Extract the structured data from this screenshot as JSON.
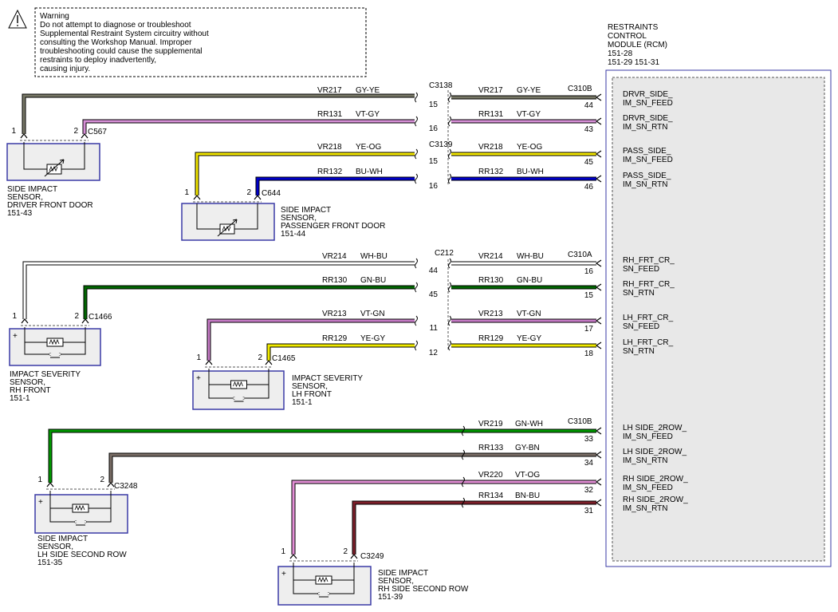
{
  "warning": {
    "title": "Warning",
    "lines": [
      "Do not attempt to diagnose or troubleshoot",
      "Supplemental Restraint System circuitry without",
      "consulting the Workshop Manual. Improper",
      "troubleshooting could cause the supplemental",
      "restraints to deploy inadvertently,",
      "causing injury."
    ]
  },
  "module": {
    "title_lines": [
      "RESTRAINTS",
      "CONTROL",
      "MODULE (RCM)",
      "151-28",
      "151-29   151-31"
    ]
  },
  "colors": {
    "GY-YE": "#777766",
    "VT-GY": "#d68fd6",
    "YE-OG": "#f2e600",
    "BU-WH": "#0000cc",
    "WH-BU": "#ffffff",
    "GN-BU": "#006600",
    "VT-GN": "#c77cc7",
    "YE-GY": "#f0ea00",
    "GN-WH": "#009900",
    "GY-BN": "#7a6e66",
    "VT-OG": "#e38fd6",
    "BU-WH-2": "#0000cc",
    "BN-BU": "#7d1f2a",
    "connector_frame": "#3a3aa6"
  },
  "connectors": {
    "c3138": "C3138",
    "c3139": "C3139",
    "c212": "C212",
    "c310b_top": "C310B",
    "c310a": "C310A",
    "c310b_bottom": "C310B"
  },
  "wires": [
    {
      "id": "w1",
      "left_circuit": "VR217",
      "left_color": "GY-YE",
      "right_circuit": "VR217",
      "right_color": "GY-YE",
      "left_pin": "15",
      "rcm_pin": "44",
      "rcm_label": [
        "DRVR_SIDE_",
        "IM_SN_FEED"
      ]
    },
    {
      "id": "w2",
      "left_circuit": "RR131",
      "left_color": "VT-GY",
      "right_circuit": "RR131",
      "right_color": "VT-GY",
      "left_pin": "16",
      "rcm_pin": "43",
      "rcm_label": [
        "DRVR_SIDE_",
        "IM_SN_RTN"
      ]
    },
    {
      "id": "w3",
      "left_circuit": "VR218",
      "left_color": "YE-OG",
      "right_circuit": "VR218",
      "right_color": "YE-OG",
      "left_pin": "15",
      "rcm_pin": "45",
      "rcm_label": [
        "PASS_SIDE_",
        "IM_SN_FEED"
      ]
    },
    {
      "id": "w4",
      "left_circuit": "RR132",
      "left_color": "BU-WH",
      "right_circuit": "RR132",
      "right_color": "BU-WH",
      "left_pin": "16",
      "rcm_pin": "46",
      "rcm_label": [
        "PASS_SIDE_",
        "IM_SN_RTN"
      ]
    },
    {
      "id": "w5",
      "left_circuit": "VR214",
      "left_color": "WH-BU",
      "right_circuit": "VR214",
      "right_color": "WH-BU",
      "left_pin": "44",
      "rcm_pin": "16",
      "rcm_label": [
        "RH_FRT_CR_",
        "SN_FEED"
      ]
    },
    {
      "id": "w6",
      "left_circuit": "RR130",
      "left_color": "GN-BU",
      "right_circuit": "RR130",
      "right_color": "GN-BU",
      "left_pin": "45",
      "rcm_pin": "15",
      "rcm_label": [
        "RH_FRT_CR_",
        "SN_RTN"
      ]
    },
    {
      "id": "w7",
      "left_circuit": "VR213",
      "left_color": "VT-GN",
      "right_circuit": "VR213",
      "right_color": "VT-GN",
      "left_pin": "11",
      "rcm_pin": "17",
      "rcm_label": [
        "LH_FRT_CR_",
        "SN_FEED"
      ]
    },
    {
      "id": "w8",
      "left_circuit": "RR129",
      "left_color": "YE-GY",
      "right_circuit": "RR129",
      "right_color": "YE-GY",
      "left_pin": "12",
      "rcm_pin": "18",
      "rcm_label": [
        "LH_FRT_CR_",
        "SN_RTN"
      ]
    },
    {
      "id": "w9",
      "circuit": "VR219",
      "color": "GN-WH",
      "rcm_pin": "33",
      "rcm_label": [
        "LH SIDE_2ROW_",
        "IM_SN_FEED"
      ]
    },
    {
      "id": "w10",
      "circuit": "RR133",
      "color": "GY-BN",
      "rcm_pin": "34",
      "rcm_label": [
        "LH SIDE_2ROW_",
        "IM_SN_RTN"
      ]
    },
    {
      "id": "w11",
      "circuit": "VR220",
      "color": "VT-OG",
      "rcm_pin": "32",
      "rcm_label": [
        "RH SIDE_2ROW_",
        "IM_SN_FEED"
      ]
    },
    {
      "id": "w12",
      "circuit": "RR134",
      "color": "BN-BU",
      "rcm_pin": "31",
      "rcm_label": [
        "RH SIDE_2ROW_",
        "IM_SN_RTN"
      ]
    }
  ],
  "sensors": [
    {
      "id": "s1",
      "connector": "C567",
      "pins": [
        "1",
        "2"
      ],
      "label": [
        "SIDE IMPACT",
        "SENSOR,",
        "DRIVER FRONT DOOR",
        "151-43"
      ]
    },
    {
      "id": "s2",
      "connector": "C644",
      "pins": [
        "1",
        "2"
      ],
      "label": [
        "SIDE IMPACT",
        "SENSOR,",
        "PASSENGER FRONT DOOR",
        "151-44"
      ]
    },
    {
      "id": "s3",
      "connector": "C1466",
      "pins": [
        "1",
        "2"
      ],
      "label": [
        "IMPACT SEVERITY",
        "SENSOR,",
        "RH FRONT",
        "151-1"
      ]
    },
    {
      "id": "s4",
      "connector": "C1465",
      "pins": [
        "1",
        "2"
      ],
      "label": [
        "IMPACT SEVERITY",
        "SENSOR,",
        "LH FRONT",
        "151-1"
      ]
    },
    {
      "id": "s5",
      "connector": "C3248",
      "pins": [
        "1",
        "2"
      ],
      "label": [
        "SIDE IMPACT",
        "SENSOR,",
        "LH SIDE SECOND ROW",
        "151-35"
      ]
    },
    {
      "id": "s6",
      "connector": "C3249",
      "pins": [
        "1",
        "2"
      ],
      "label": [
        "SIDE IMPACT",
        "SENSOR,",
        "RH SIDE SECOND ROW",
        "151-39"
      ]
    }
  ],
  "plus_sign": "+"
}
